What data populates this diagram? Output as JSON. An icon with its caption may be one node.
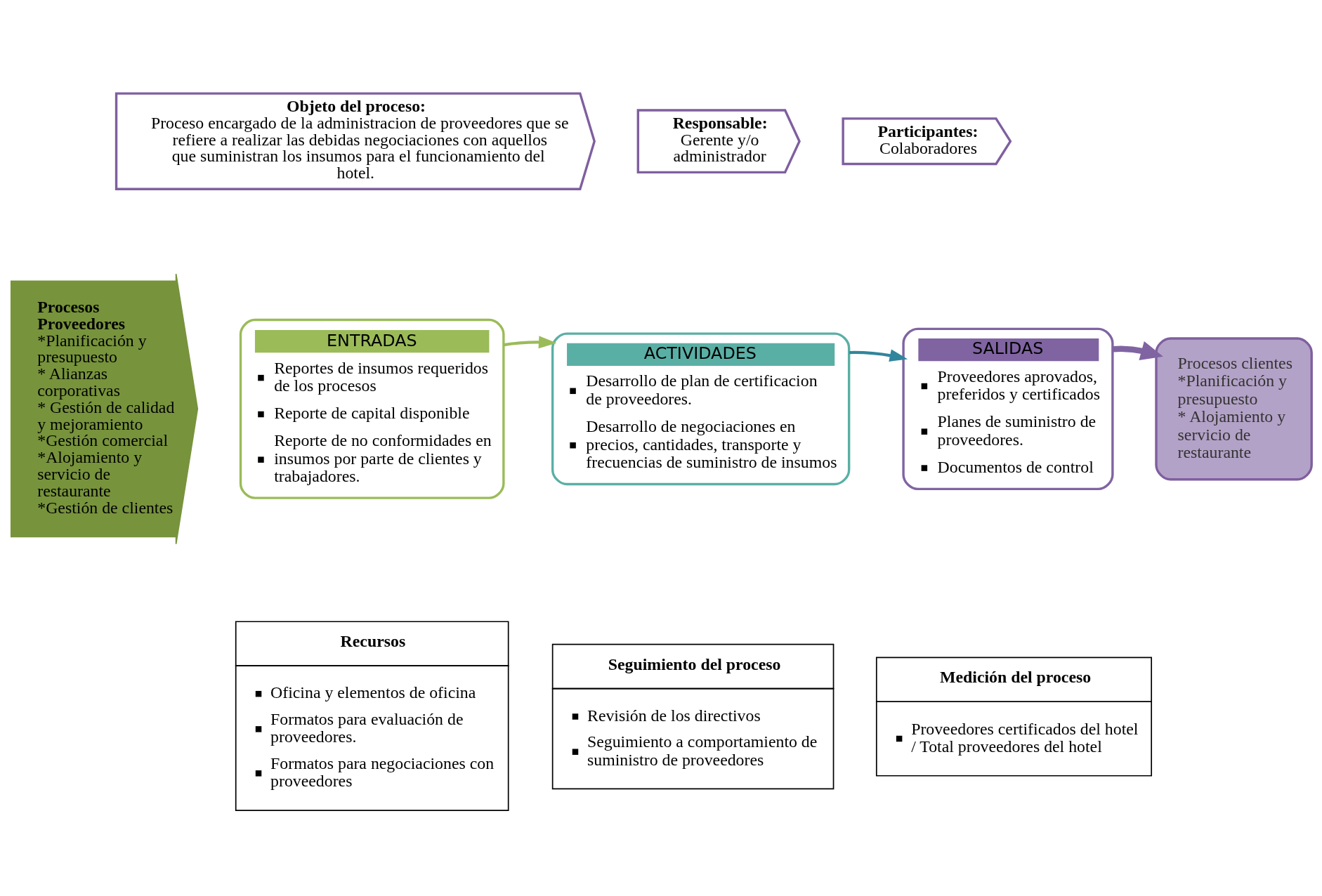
{
  "diagram": {
    "nodes": [
      {
        "text": [
          "Objeto del proceso:",
          "Proceso encargado de la administracion de proveedores que se refiere a realizar las debidas negociaciones con aquellos que suministran los insumos para el funcionamiento del hotel."
        ]
      },
      {
        "text": [
          "Responsable:",
          "Gerente y/o administrador"
        ]
      },
      {
        "text": [
          "Participantes:",
          "Colaboradores"
        ]
      },
      {
        "text": [
          "Procesos Proveedores",
          "*Planificación y presupuesto",
          "* Alianzas corporativas",
          "* Gestión de calidad y mejoramiento",
          "*Gestión comercial",
          "*Alojamiento y servicio de restaurante",
          "*Gestión de clientes"
        ]
      },
      {
        "text": [
          "ENTRADAS",
          "Reportes de insumos requeridos de los procesos",
          "Reporte de capital disponible",
          "Reporte de no conformidades en insumos por parte de clientes y trabajadores."
        ]
      },
      {
        "text": [
          "ACTIVIDADES",
          "Desarrollo de plan de certificacion de proveedores.",
          "Desarrollo de negociaciones en precios, cantidades, transporte y frecuencias de suministro de insumos"
        ]
      },
      {
        "text": [
          "SALIDAS",
          "Proveedores aprovados, preferidos y certificados",
          "Planes de suministro de proveedores.",
          "Documentos de control"
        ]
      },
      {
        "text": [
          "Procesos clientes",
          "*Planificación y presupuesto",
          "* Alojamiento y servicio de restaurante"
        ]
      },
      {
        "text": [
          "Recursos",
          "Oficina y elementos de oficina",
          "Formatos para evaluación de proveedores.",
          "Formatos para negociaciones con proveedores"
        ]
      },
      {
        "text": [
          "Seguimiento del proceso",
          "Revisión de los directivos",
          "Seguimiento a comportamiento de suministro de proveedores"
        ]
      },
      {
        "text": [
          "Medición del proceso",
          "Proveedores certificados del hotel / Total proveedores del hotel"
        ]
      }
    ],
    "edges": [
      {
        "from": 4,
        "to": 5,
        "arrow": "to",
        "color": "#9bbb59"
      },
      {
        "from": 5,
        "to": 6,
        "arrow": "to",
        "color": "#31859c"
      },
      {
        "from": 6,
        "to": 7,
        "arrow": "to",
        "style": "thick",
        "color": "#8064a2"
      }
    ]
  }
}
